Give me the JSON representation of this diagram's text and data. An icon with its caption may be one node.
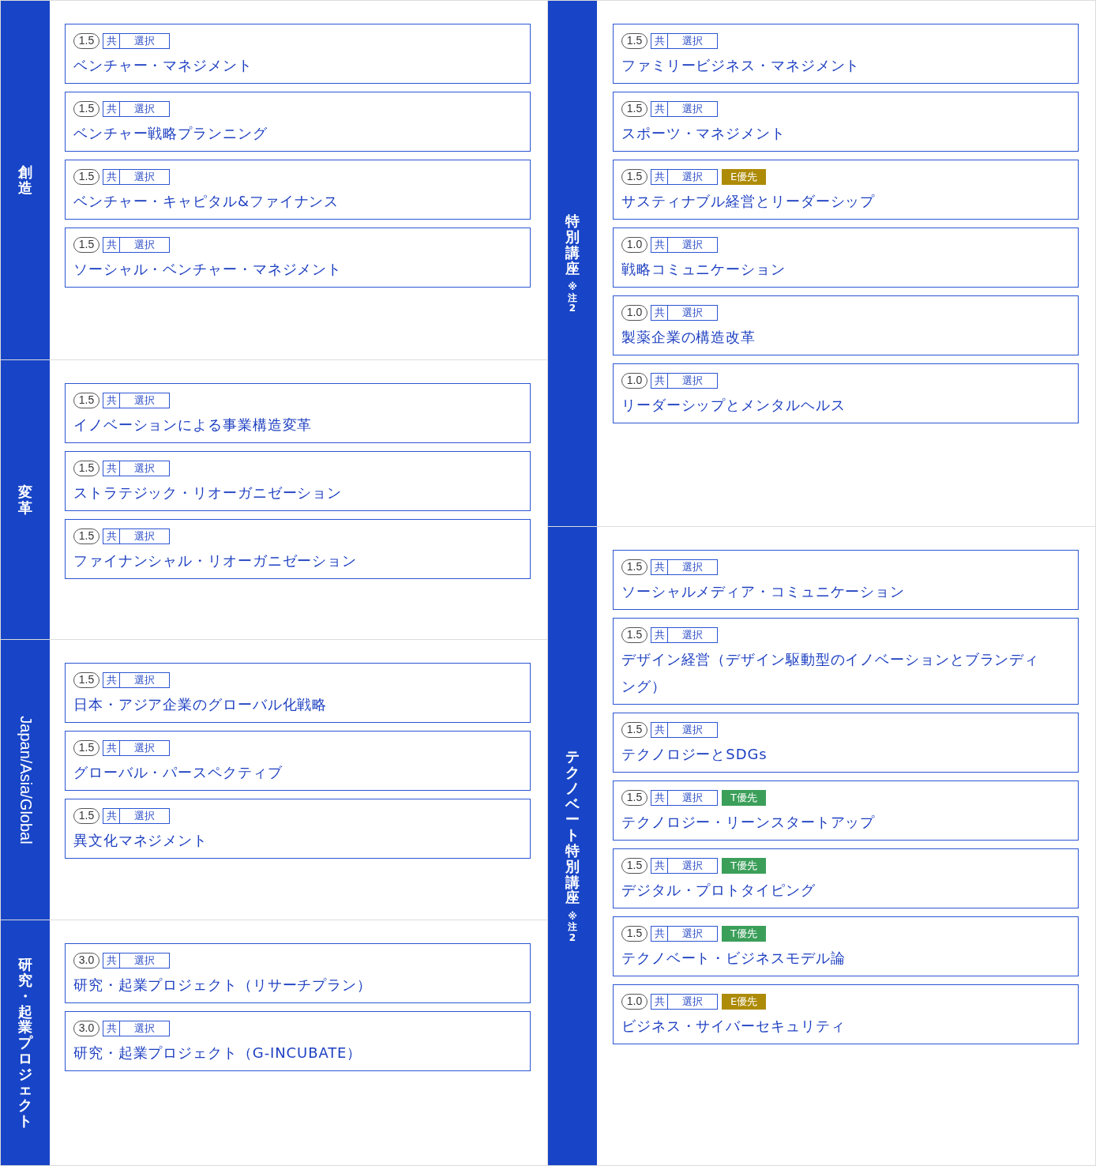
{
  "diagram": {
    "nodes": [
      {
        "text": [
          "創造"
        ]
      },
      {
        "text": [
          "1.5",
          "共",
          "選択",
          "ベンチャー・マネジメント"
        ],
        "in": 0
      },
      {
        "text": [
          "1.5",
          "共",
          "選択",
          "ベンチャー戦略プランニング"
        ],
        "in": 0
      },
      {
        "text": [
          "1.5",
          "共",
          "選択",
          "ベンチャー・キャピタル&ファイナンス"
        ],
        "in": 0
      },
      {
        "text": [
          "1.5",
          "共",
          "選択",
          "ソーシャル・ベンチャー・マネジメント"
        ],
        "in": 0
      },
      {
        "text": [
          "変革"
        ]
      },
      {
        "text": [
          "1.5",
          "共",
          "選択",
          "イノベーションによる事業構造変革"
        ],
        "in": 5
      },
      {
        "text": [
          "1.5",
          "共",
          "選択",
          "ストラテジック・リオーガニゼーション"
        ],
        "in": 5
      },
      {
        "text": [
          "1.5",
          "共",
          "選択",
          "ファイナンシャル・リオーガニゼーション"
        ],
        "in": 5
      },
      {
        "text": [
          "Japan/Asia/Global"
        ]
      },
      {
        "text": [
          "1.5",
          "共",
          "選択",
          "日本・アジア企業のグローバル化戦略"
        ],
        "in": 9
      },
      {
        "text": [
          "1.5",
          "共",
          "選択",
          "グローバル・パースペクティブ"
        ],
        "in": 9
      },
      {
        "text": [
          "1.5",
          "共",
          "選択",
          "異文化マネジメント"
        ],
        "in": 9
      },
      {
        "text": [
          "研究・起業プロジェクト"
        ]
      },
      {
        "text": [
          "3.0",
          "共",
          "選択",
          "研究・起業プロジェクト（リサーチプラン）"
        ],
        "in": 13
      },
      {
        "text": [
          "3.0",
          "共",
          "選択",
          "研究・起業プロジェクト（G-INCUBATE）"
        ],
        "in": 13
      },
      {
        "text": [
          "特別講座",
          "※注2"
        ]
      },
      {
        "text": [
          "1.5",
          "共",
          "選択",
          "ファミリービジネス・マネジメント"
        ],
        "in": 16
      },
      {
        "text": [
          "1.5",
          "共",
          "選択",
          "スポーツ・マネジメント"
        ],
        "in": 16
      },
      {
        "text": [
          "1.5",
          "共",
          "選択",
          "E優先",
          "サスティナブル経営とリーダーシップ"
        ],
        "in": 16
      },
      {
        "text": [
          "1.0",
          "共",
          "選択",
          "戦略コミュニケーション"
        ],
        "in": 16
      },
      {
        "text": [
          "1.0",
          "共",
          "選択",
          "製薬企業の構造改革"
        ],
        "in": 16
      },
      {
        "text": [
          "1.0",
          "共",
          "選択",
          "リーダーシップとメンタルヘルス"
        ],
        "in": 16
      },
      {
        "text": [
          "テクノベート特別講座",
          "※注2"
        ]
      },
      {
        "text": [
          "1.5",
          "共",
          "選択",
          "ソーシャルメディア・コミュニケーション"
        ],
        "in": 23
      },
      {
        "text": [
          "1.5",
          "共",
          "選択",
          "デザイン経営（デザイン駆動型のイノベーションとブランディング）"
        ],
        "in": 23
      },
      {
        "text": [
          "1.5",
          "共",
          "選択",
          "テクノロジーとSDGs"
        ],
        "in": 23
      },
      {
        "text": [
          "1.5",
          "共",
          "選択",
          "T優先",
          "テクノロジー・リーンスタートアップ"
        ],
        "in": 23
      },
      {
        "text": [
          "1.5",
          "共",
          "選択",
          "T優先",
          "デジタル・プロトタイピング"
        ],
        "in": 23
      },
      {
        "text": [
          "1.5",
          "共",
          "選択",
          "T優先",
          "テクノベート・ビジネスモデル論"
        ],
        "in": 23
      },
      {
        "text": [
          "1.0",
          "共",
          "選択",
          "E優先",
          "ビジネス・サイバーセキュリティ"
        ],
        "in": 23
      }
    ]
  }
}
